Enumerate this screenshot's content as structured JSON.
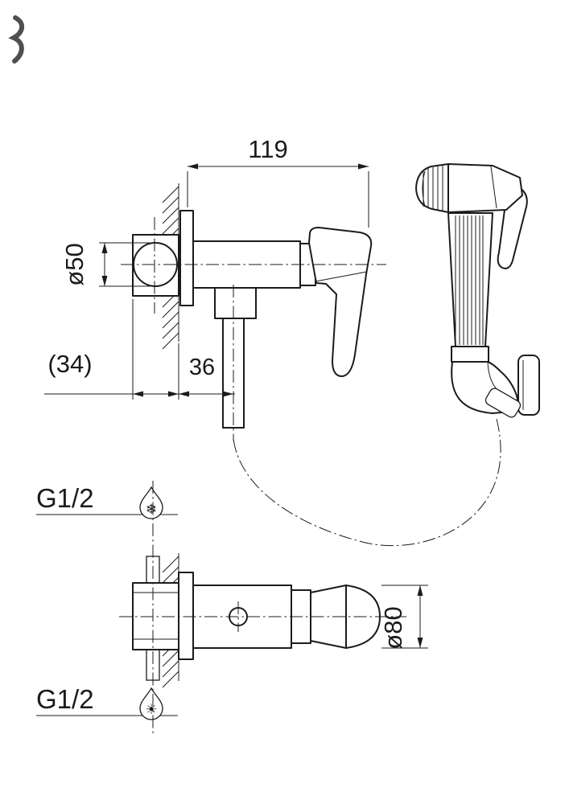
{
  "drawing": {
    "background": "#ffffff",
    "line_color": "#1b1b1b"
  },
  "dimensions": {
    "overall_width": "119",
    "valve_diameter": "ø50",
    "mounting_depth": "(34)",
    "outlet_offset": "36",
    "spout_diameter": "ø80"
  },
  "connections": {
    "top_thread_label": "G1/2",
    "bottom_thread_label": "G1/2"
  },
  "icons": {
    "cold_water_glyph": "❄",
    "hot_water_glyph": "☀"
  }
}
